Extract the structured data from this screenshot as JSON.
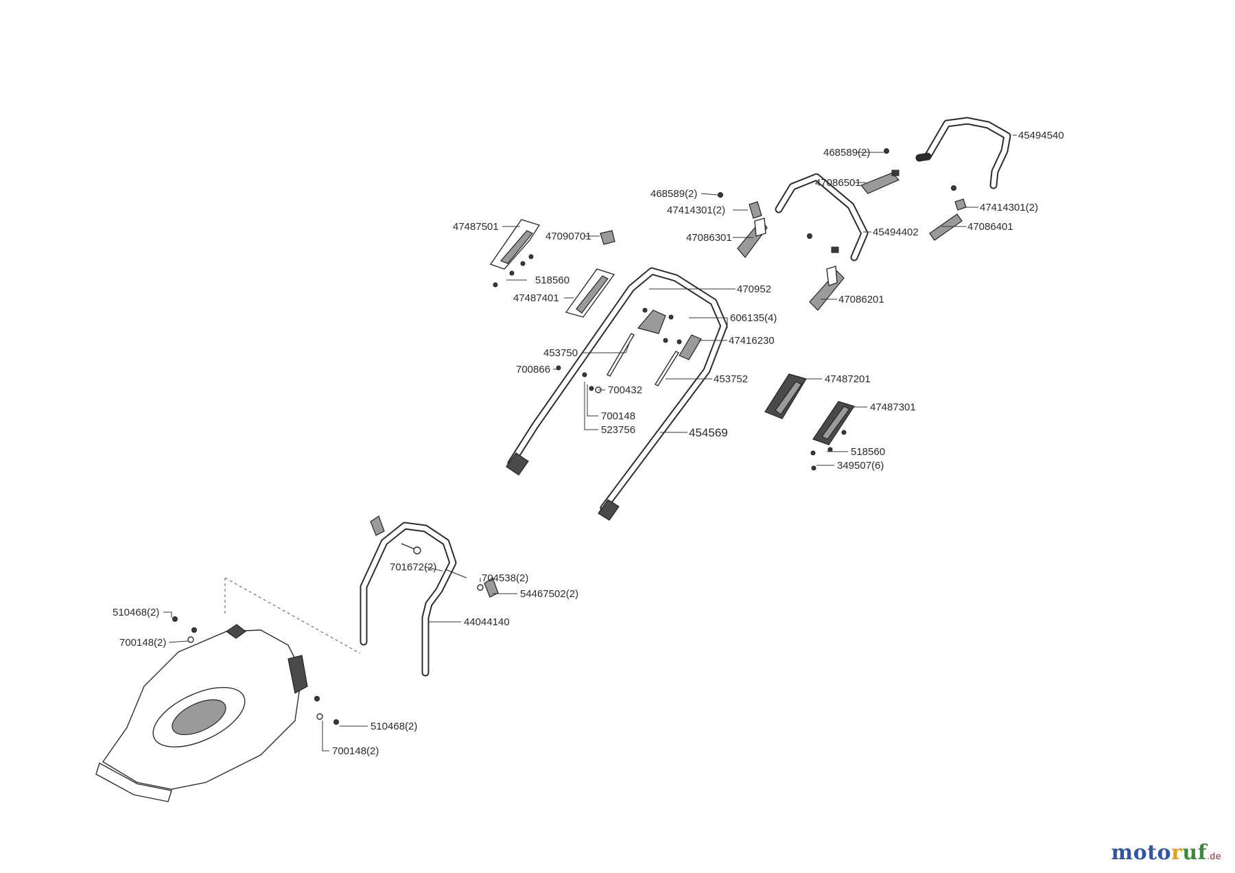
{
  "labels": {
    "l45494540": "45494540",
    "l468589_top": "468589(2)",
    "l47086501": "47086501",
    "l468589_mid": "468589(2)",
    "l47414301_left": "47414301(2)",
    "l47414301_right": "47414301(2)",
    "l47086401": "47086401",
    "l47086301": "47086301",
    "l45494402": "45494402",
    "l47487501": "47487501",
    "l47090701": "47090701",
    "l518560_top": "518560",
    "l47487401": "47487401",
    "l470952": "470952",
    "l47086201": "47086201",
    "l606135": "606135(4)",
    "l47416230": "47416230",
    "l453750": "453750",
    "l700866": "700866",
    "l700432": "700432",
    "l453752": "453752",
    "l47487201": "47487201",
    "l47487301": "47487301",
    "l700148": "700148",
    "l523756": "523756",
    "l454569": "454569",
    "l518560_bottom": "518560",
    "l349507": "349507(6)",
    "l701672": "701672(2)",
    "l704538": "704538(2)",
    "l54467502": "54467502(2)",
    "l44044140": "44044140",
    "l510468_left": "510468(2)",
    "l700148_left": "700148(2)",
    "l510468_right": "510468(2)",
    "l700148_bottom": "700148(2)"
  },
  "watermark": {
    "motor": "moto",
    "r": "r",
    "uf": "uf",
    "tld": ".de",
    "colors": {
      "motor": "#2f55a4",
      "r": "#e0a020",
      "uf": "#3a8a3a"
    }
  }
}
